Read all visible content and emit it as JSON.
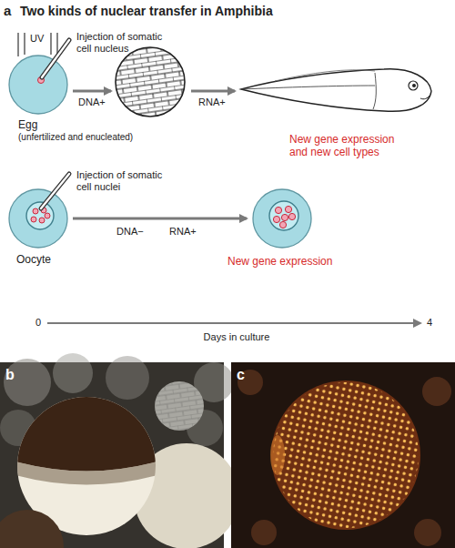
{
  "diagram": {
    "title": "Two kinds of nuclear transfer in Amphibia",
    "nodes": [
      {
        "text": [
          "Egg",
          "(unfertilized and enucleated)"
        ]
      },
      {
        "text": [
          "New gene expression and new cell types"
        ]
      },
      {
        "text": [
          "Oocyte"
        ]
      },
      {
        "text": [
          "New gene expression"
        ]
      }
    ],
    "edges": [
      {
        "from": 2,
        "to": 3,
        "arrow": "to"
      }
    ],
    "labels": [
      "a",
      "UV",
      "Injection of somatic cell nucleus",
      "DNA+",
      "RNA+",
      "Injection of somatic cell nuclei",
      "DNA−",
      "RNA+",
      "0",
      "Days in culture",
      "4",
      "b",
      "c"
    ]
  }
}
